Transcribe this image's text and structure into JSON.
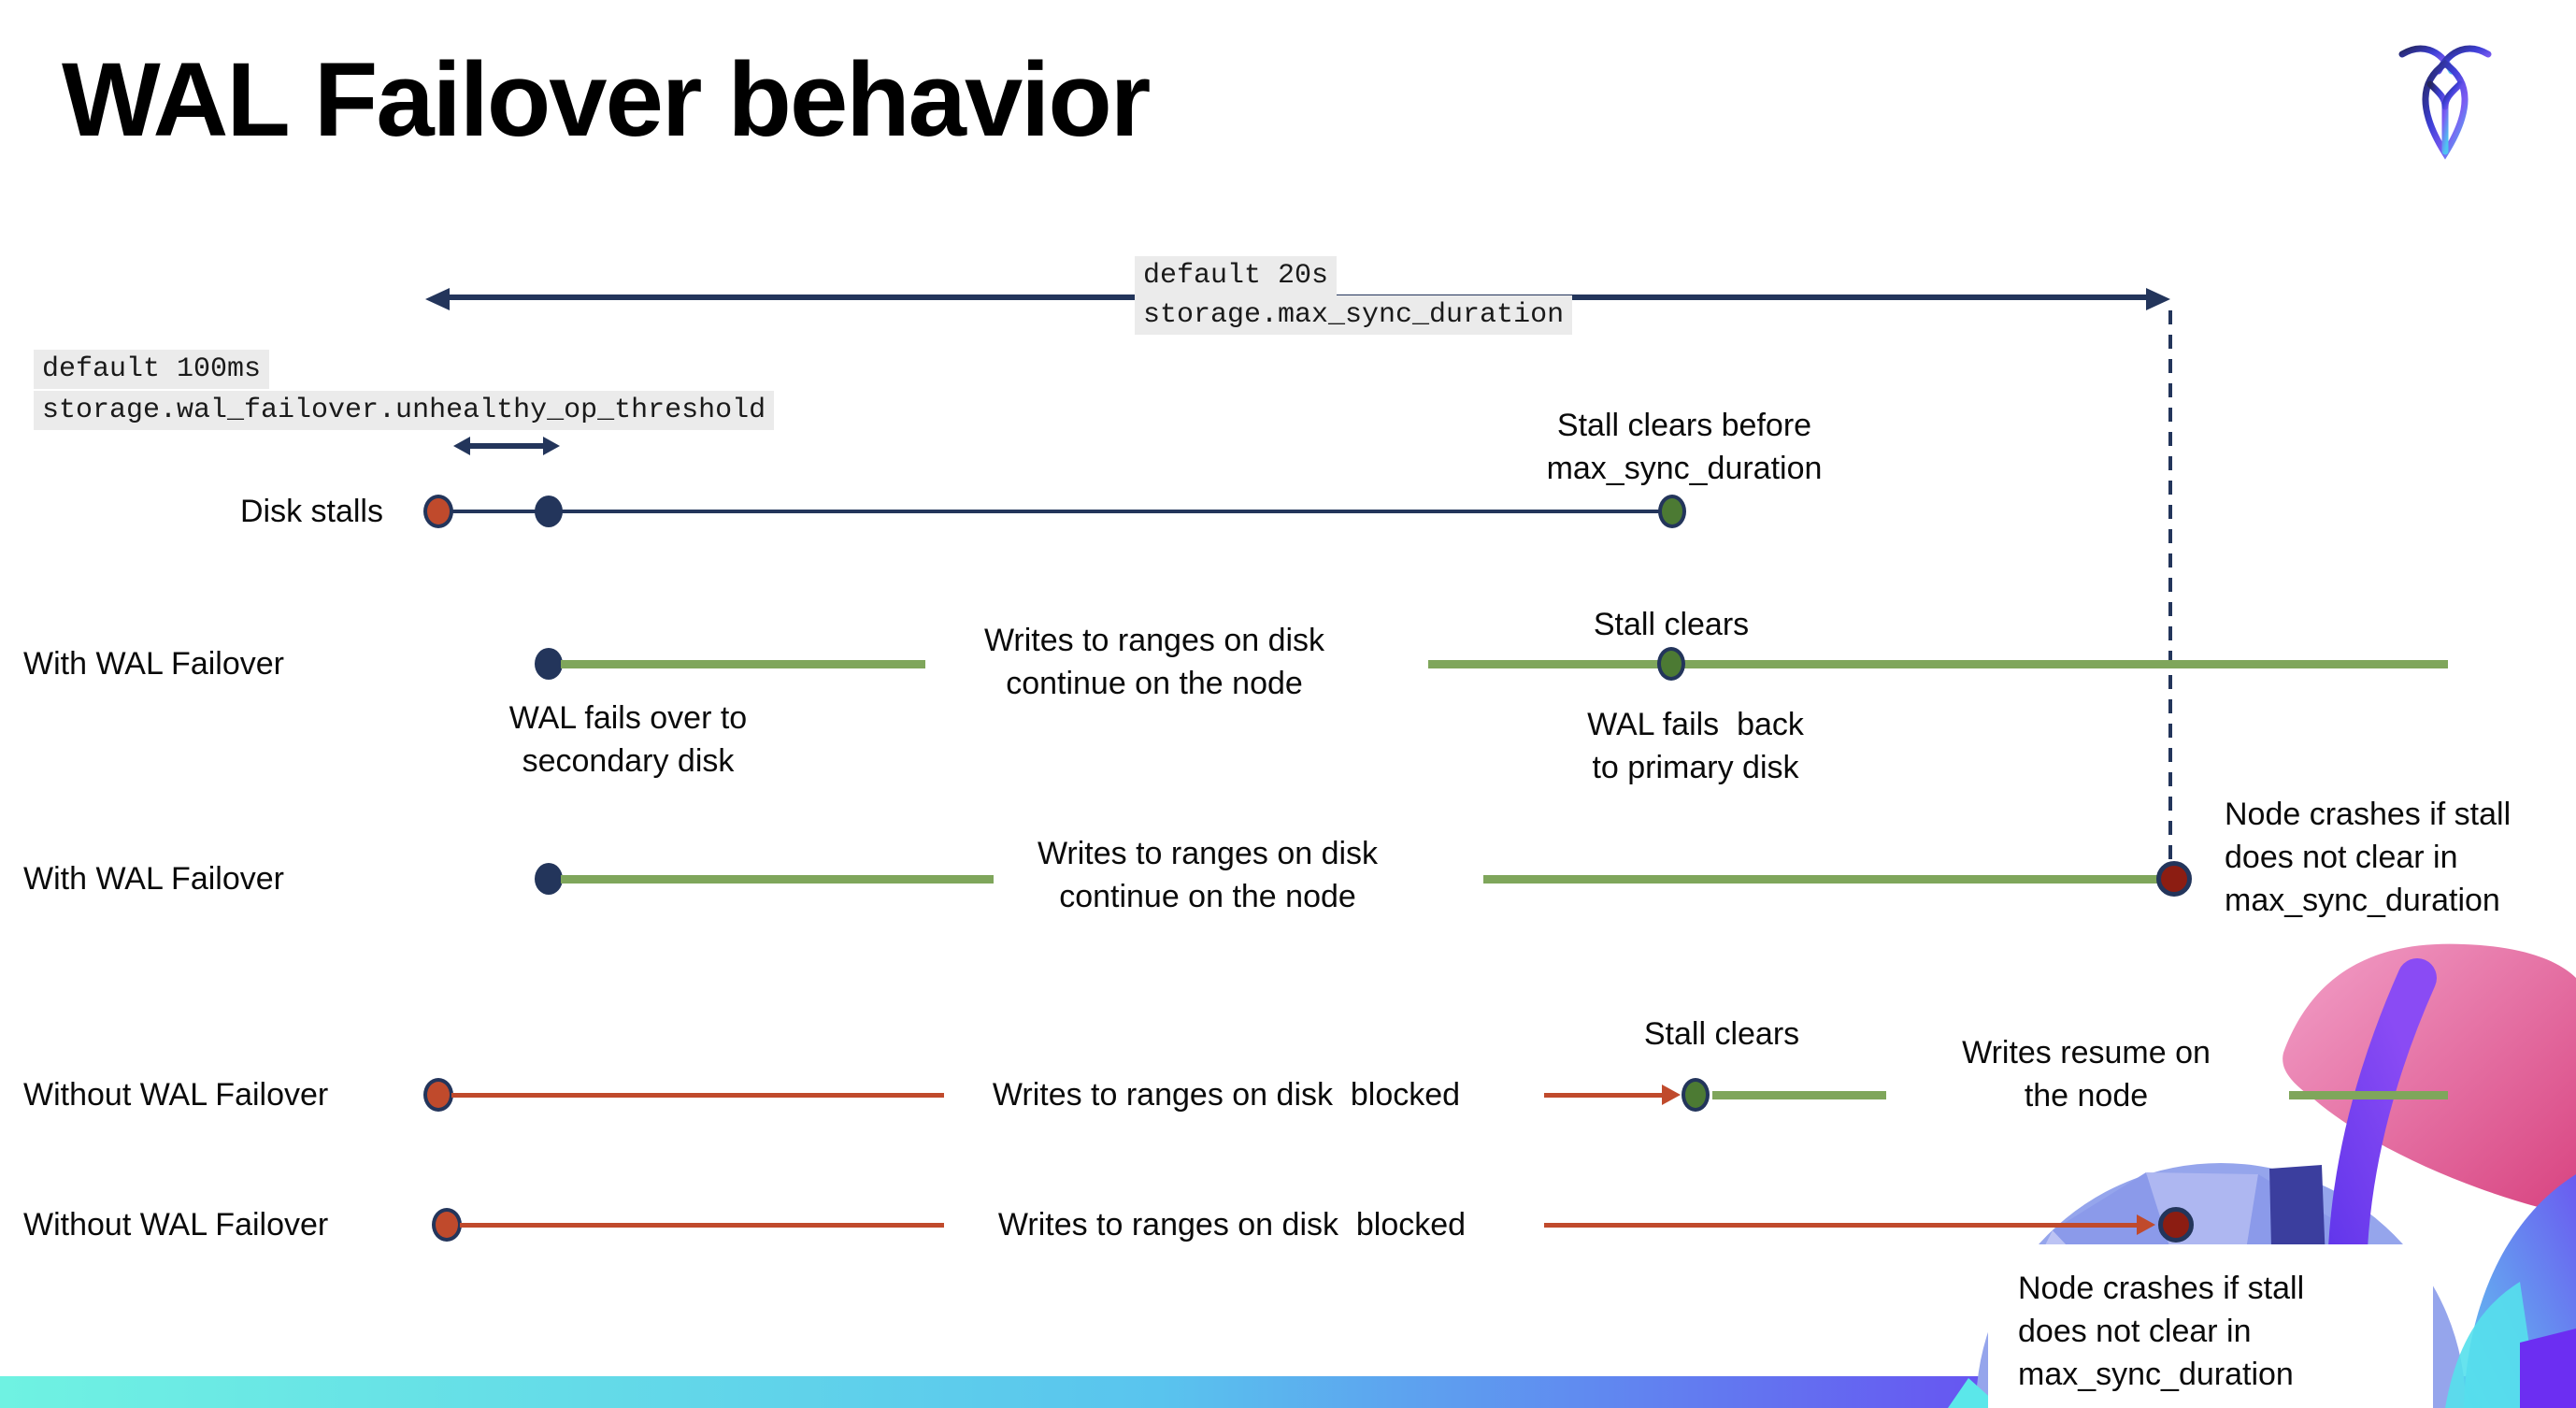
{
  "title": "WAL Failover behavior",
  "logo": "cockroachdb-logo",
  "callouts": {
    "max_sync": {
      "default_label": "default 20s",
      "setting": "storage.max_sync_duration"
    },
    "unhealthy_op": {
      "default_label": "default 100ms",
      "setting": "storage.wal_failover.unhealthy_op_threshold"
    }
  },
  "rows": [
    {
      "label": "Disk stalls",
      "stall_clears_before": "Stall clears before\nmax_sync_duration"
    },
    {
      "label": "With WAL Failover",
      "fails_over": "WAL fails over to\nsecondary disk",
      "writes_continue": "Writes to ranges on disk\ncontinue on the node",
      "stall_clears": "Stall clears",
      "fails_back": "WAL fails  back\nto primary disk"
    },
    {
      "label": "With WAL Failover",
      "writes_continue": "Writes to ranges on disk\ncontinue on the node",
      "node_crashes": "Node crashes if stall\ndoes not clear in\nmax_sync_duration"
    },
    {
      "label": "Without WAL Failover",
      "writes_blocked": "Writes to ranges on disk  blocked",
      "stall_clears": "Stall clears",
      "writes_resume": "Writes resume on\nthe node"
    },
    {
      "label": "Without WAL Failover",
      "writes_blocked": "Writes to ranges on disk  blocked",
      "node_crashes": "Node crashes if stall\ndoes not clear in\nmax_sync_duration"
    }
  ],
  "colors": {
    "navy": "#23355B",
    "green_line": "#7FA65B",
    "green_dot": "#4C7A33",
    "red": "#C04A2C",
    "dark_red": "#8C1D12",
    "code_bg": "#EBEBEB",
    "bar_gradient": [
      "#6FF2E2",
      "#59C4EE",
      "#6A39F2"
    ]
  }
}
